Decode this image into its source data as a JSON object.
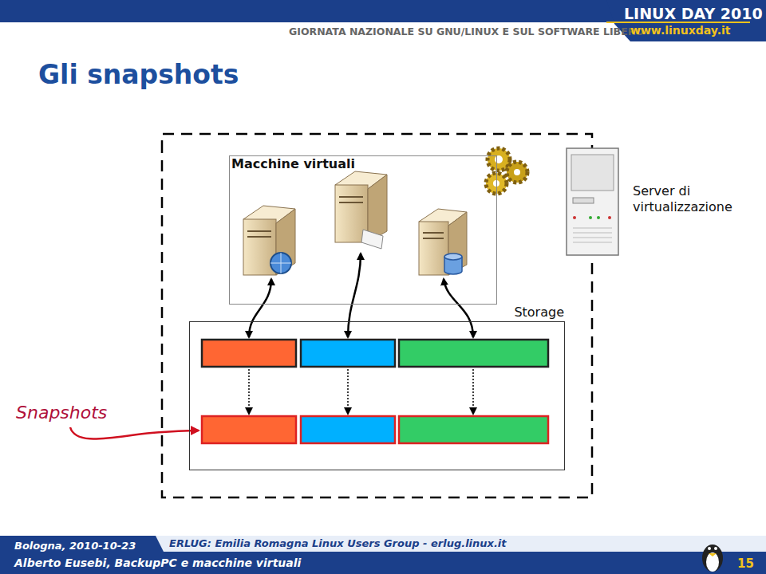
{
  "diagram": {
    "title": "Gli snapshots",
    "nodes": [
      {
        "text": [
          "Server di virtualizzazione"
        ]
      },
      {
        "text": [
          "Macchine virtuali"
        ],
        "in": 0
      },
      {
        "text": [
          "Storage"
        ],
        "in": 0
      }
    ],
    "labels": [
      "GIORNATA NAZIONALE SU GNU/LINUX E SUL SOFTWARE LIBERO",
      "LINUX DAY 2010",
      "www.linuxday.it",
      "Snapshots",
      "Bologna, 2010-10-23",
      "ERLUG: Emilia Romagna Linux Users Group - erlug.linux.it",
      "Alberto Eusebi, BackupPC e macchine virtuali",
      "15"
    ]
  }
}
